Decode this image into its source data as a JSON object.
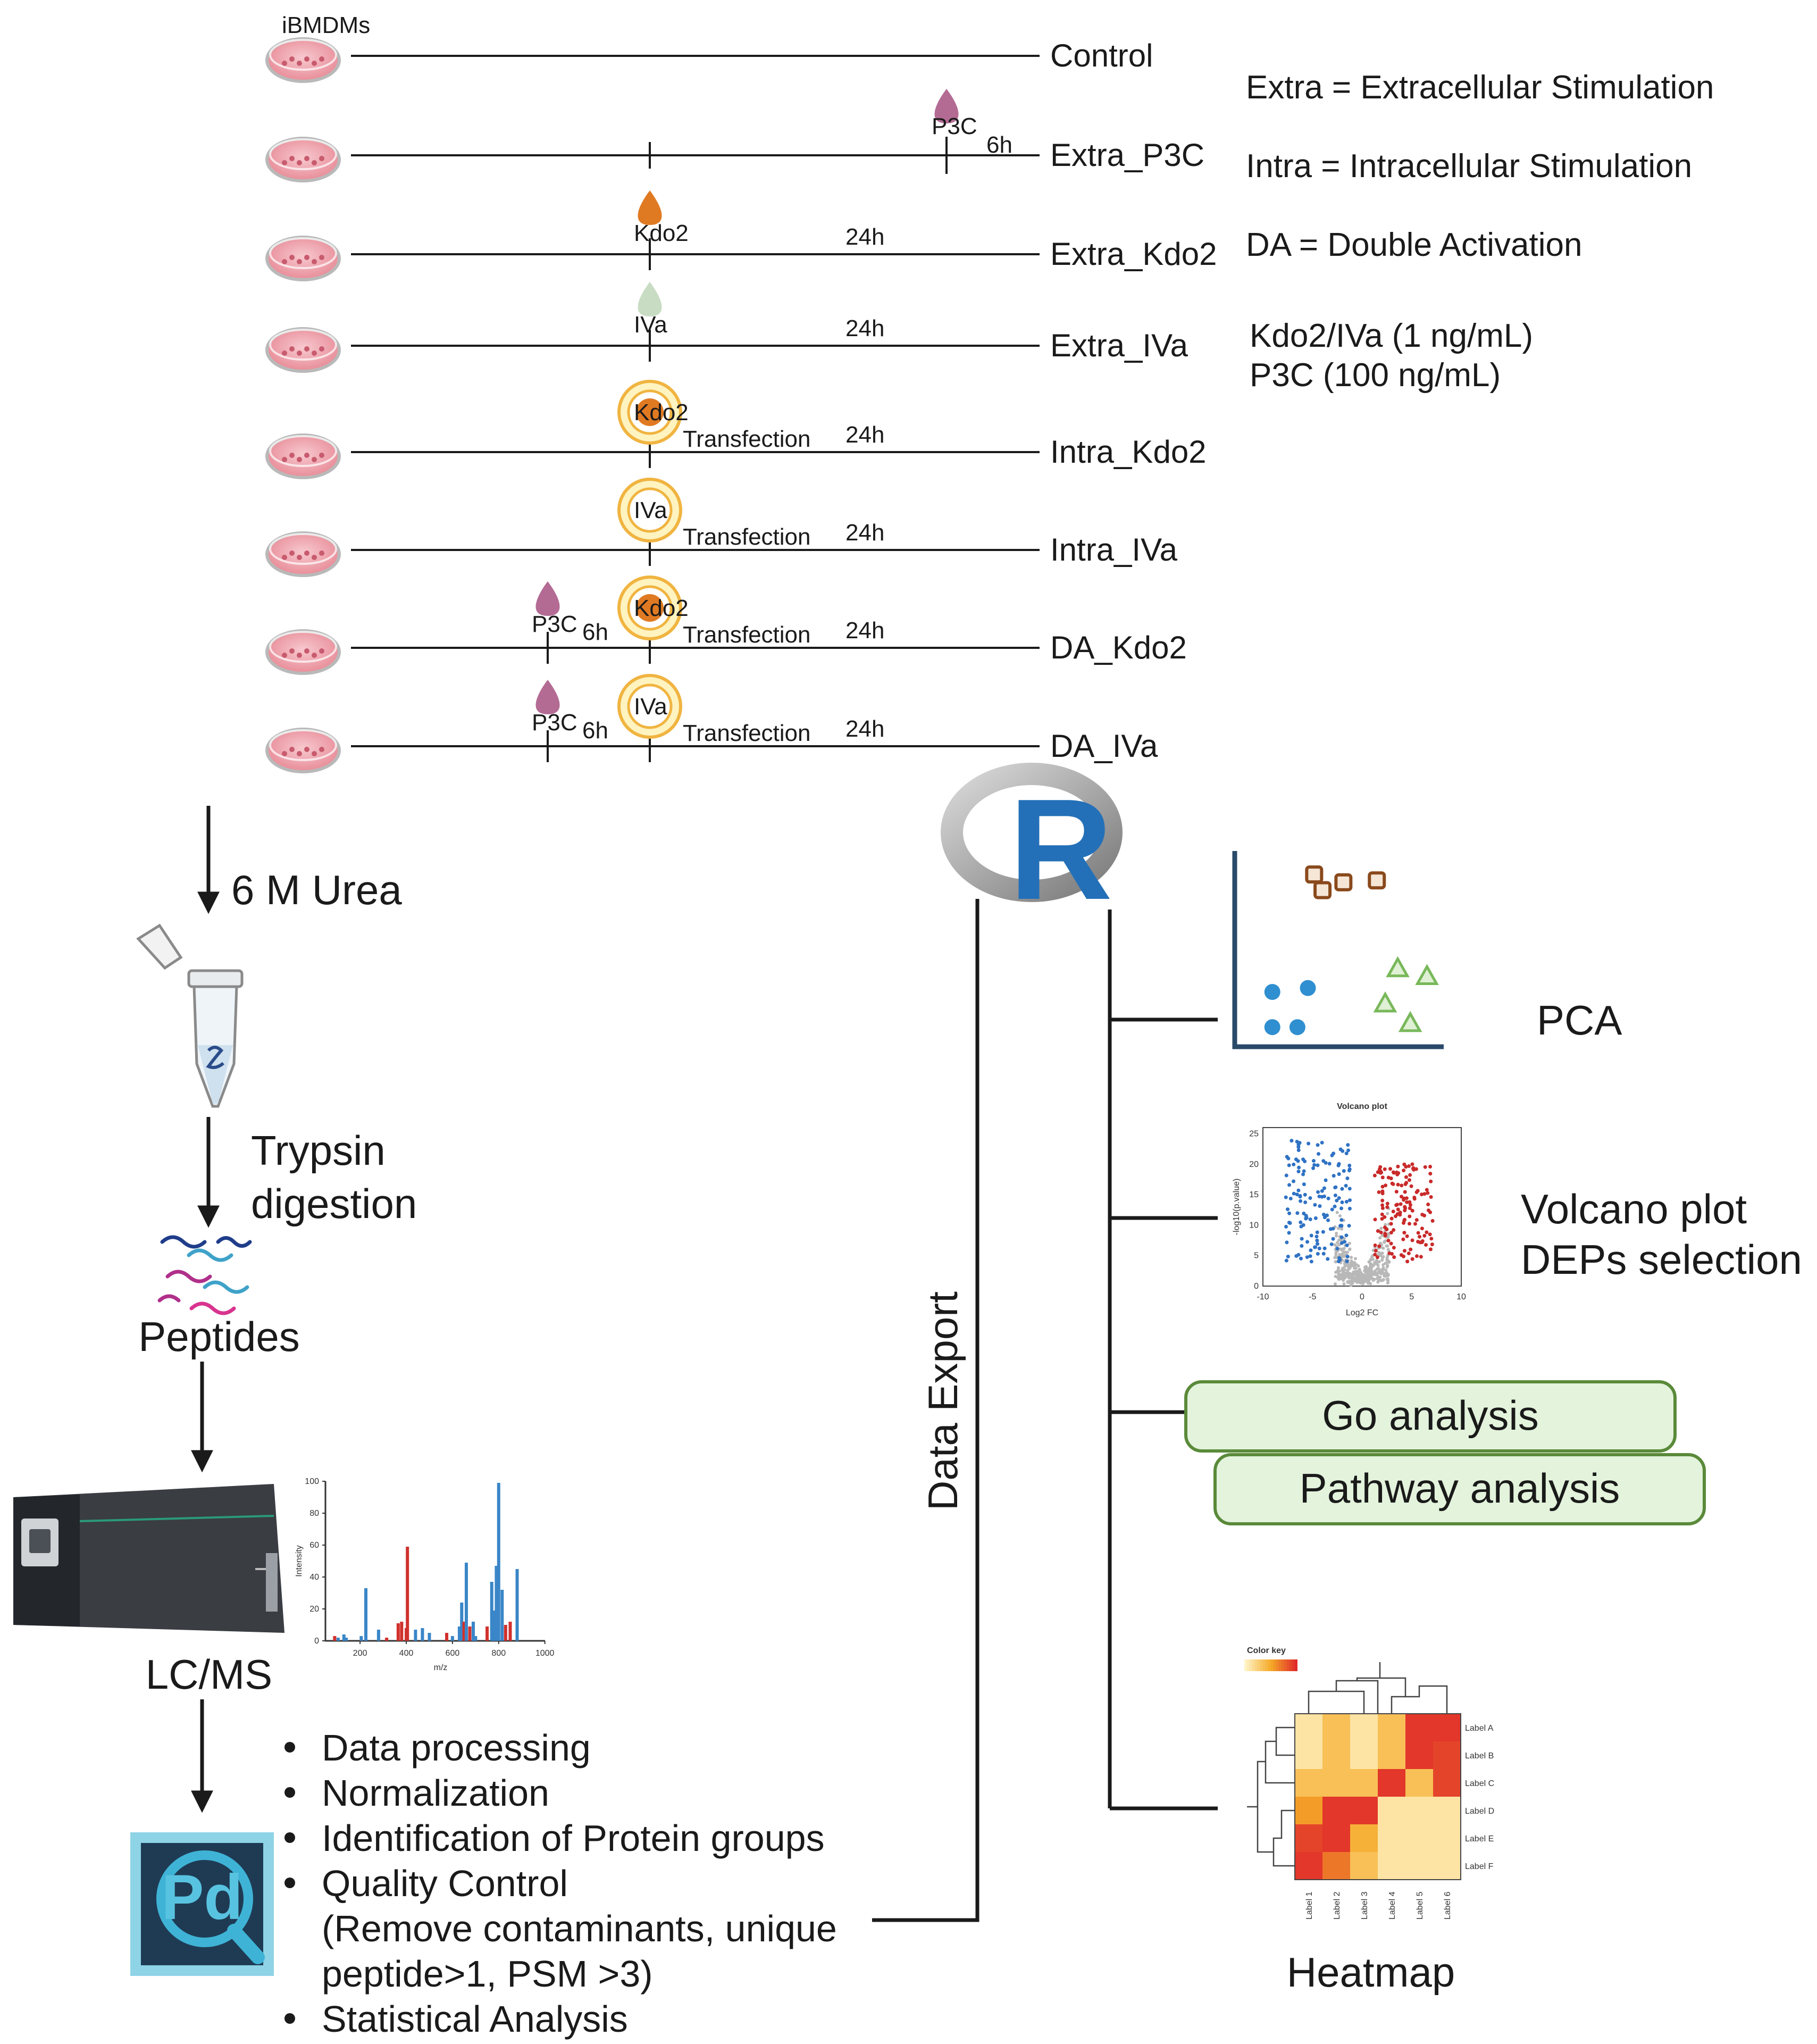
{
  "cell_label": "iBMDMs",
  "conditions": [
    {
      "name": "Control",
      "extra": "",
      "intra": "",
      "pre": "",
      "t1": "",
      "t2": ""
    },
    {
      "name": "Extra_P3C",
      "extra": "P3C",
      "intra": "",
      "pre": "",
      "t1": "6h",
      "t2": ""
    },
    {
      "name": "Extra_Kdo2",
      "extra": "Kdo2",
      "intra": "",
      "pre": "",
      "t1": "",
      "t2": "24h"
    },
    {
      "name": "Extra_IVa",
      "extra": "IVa",
      "intra": "",
      "pre": "",
      "t1": "",
      "t2": "24h"
    },
    {
      "name": "Intra_Kdo2",
      "extra": "",
      "intra": "Kdo2",
      "pre": "",
      "t1": "",
      "t2": "24h"
    },
    {
      "name": "Intra_IVa",
      "extra": "",
      "intra": "IVa",
      "pre": "",
      "t1": "",
      "t2": "24h"
    },
    {
      "name": "DA_Kdo2",
      "extra": "",
      "intra": "Kdo2",
      "pre": "P3C",
      "t1": "6h",
      "t2": "24h"
    },
    {
      "name": "DA_IVa",
      "extra": "",
      "intra": "IVa",
      "pre": "P3C",
      "t1": "6h",
      "t2": "24h"
    }
  ],
  "transfection_label": "Transfection",
  "legend": [
    "Extra = Extracellular Stimulation",
    "Intra = Intracellular Stimulation",
    "DA = Double Activation",
    "Kdo2/IVa (1 ng/mL)",
    "P3C (100 ng/mL)"
  ],
  "workflow": {
    "urea": "6 M Urea",
    "trypsin_line1": "Trypsin",
    "trypsin_line2": "digestion",
    "peptides": "Peptides",
    "lcms": "LC/MS",
    "pd_icon_text": "Pd"
  },
  "processing_steps": [
    "Data processing",
    "Normalization",
    "Identification of Protein groups",
    "Quality Control",
    "(Remove contaminants, unique",
    "peptide>1, PSM >3)",
    "Statistical Analysis"
  ],
  "data_export": "Data Export",
  "r_logo_text": "R",
  "analyses": {
    "pca": "PCA",
    "volcano_line1": "Volcano plot",
    "volcano_line2": "DEPs selection",
    "go": "Go analysis",
    "pathway": "Pathway analysis",
    "heatmap": "Heatmap"
  },
  "spectrum_chart": {
    "type": "bar",
    "ylabel": "Intensity",
    "xlabel": "m/z",
    "xticks": [
      "200",
      "400",
      "600",
      "800",
      "1000"
    ],
    "yticks": [
      "0",
      "20",
      "40",
      "60",
      "80",
      "100"
    ],
    "xlim": [
      50,
      1000
    ],
    "ylim": [
      0,
      100
    ],
    "peaks": [
      {
        "mz": 90,
        "i": 3,
        "c": "red"
      },
      {
        "mz": 105,
        "i": 2,
        "c": "blue"
      },
      {
        "mz": 130,
        "i": 4,
        "c": "blue"
      },
      {
        "mz": 140,
        "i": 2,
        "c": "blue"
      },
      {
        "mz": 205,
        "i": 3,
        "c": "blue"
      },
      {
        "mz": 225,
        "i": 33,
        "c": "blue"
      },
      {
        "mz": 280,
        "i": 7,
        "c": "blue"
      },
      {
        "mz": 315,
        "i": 2,
        "c": "red"
      },
      {
        "mz": 365,
        "i": 11,
        "c": "red"
      },
      {
        "mz": 380,
        "i": 12,
        "c": "red"
      },
      {
        "mz": 400,
        "i": 8,
        "c": "red"
      },
      {
        "mz": 405,
        "i": 59,
        "c": "red"
      },
      {
        "mz": 440,
        "i": 7,
        "c": "blue"
      },
      {
        "mz": 470,
        "i": 8,
        "c": "blue"
      },
      {
        "mz": 500,
        "i": 5,
        "c": "blue"
      },
      {
        "mz": 575,
        "i": 5,
        "c": "red"
      },
      {
        "mz": 600,
        "i": 3,
        "c": "blue"
      },
      {
        "mz": 630,
        "i": 9,
        "c": "blue"
      },
      {
        "mz": 640,
        "i": 24,
        "c": "blue"
      },
      {
        "mz": 650,
        "i": 12,
        "c": "red"
      },
      {
        "mz": 660,
        "i": 49,
        "c": "blue"
      },
      {
        "mz": 675,
        "i": 9,
        "c": "red"
      },
      {
        "mz": 690,
        "i": 12,
        "c": "blue"
      },
      {
        "mz": 700,
        "i": 3,
        "c": "blue"
      },
      {
        "mz": 750,
        "i": 9,
        "c": "red"
      },
      {
        "mz": 770,
        "i": 37,
        "c": "blue"
      },
      {
        "mz": 780,
        "i": 19,
        "c": "blue"
      },
      {
        "mz": 790,
        "i": 47,
        "c": "blue"
      },
      {
        "mz": 800,
        "i": 99,
        "c": "blue"
      },
      {
        "mz": 815,
        "i": 32,
        "c": "blue"
      },
      {
        "mz": 830,
        "i": 10,
        "c": "red"
      },
      {
        "mz": 850,
        "i": 12,
        "c": "red"
      },
      {
        "mz": 880,
        "i": 45,
        "c": "blue"
      }
    ]
  },
  "pca_chart": {
    "type": "scatter",
    "groups": [
      {
        "shape": "square",
        "color": "#8a4a1c",
        "points": [
          [
            0.38,
            0.88
          ],
          [
            0.42,
            0.8
          ],
          [
            0.52,
            0.84
          ],
          [
            0.68,
            0.85
          ]
        ]
      },
      {
        "shape": "circle",
        "color": "#2f8fd0",
        "points": [
          [
            0.18,
            0.28
          ],
          [
            0.18,
            0.1
          ],
          [
            0.3,
            0.1
          ],
          [
            0.35,
            0.3
          ]
        ]
      },
      {
        "shape": "triangle",
        "color": "#78b85a",
        "points": [
          [
            0.78,
            0.4
          ],
          [
            0.92,
            0.36
          ],
          [
            0.72,
            0.22
          ],
          [
            0.84,
            0.12
          ]
        ]
      }
    ]
  },
  "volcano_chart": {
    "type": "scatter",
    "title": "Volcano plot",
    "xlabel": "Log2 FC",
    "ylabel": "-log10(p.value)",
    "xticks": [
      "-10",
      "-5",
      "0",
      "5",
      "10"
    ],
    "yticks": [
      "0",
      "5",
      "10",
      "15",
      "20",
      "25"
    ],
    "xlim": [
      -10,
      10
    ],
    "ylim": [
      0,
      26
    ]
  },
  "heatmap_chart": {
    "type": "heatmap",
    "color_key_label": "Color key",
    "row_labels": [
      "Label A",
      "Label B",
      "Label C",
      "Label D",
      "Label E",
      "Label F"
    ],
    "col_labels": [
      "Label 1",
      "Label 2",
      "Label 3",
      "Label 4",
      "Label 5",
      "Label 6"
    ],
    "cells": [
      [
        0.1,
        0.35,
        0.1,
        0.35,
        0.95,
        0.95
      ],
      [
        0.1,
        0.35,
        0.1,
        0.35,
        0.95,
        0.9
      ],
      [
        0.35,
        0.35,
        0.35,
        0.95,
        0.35,
        0.9
      ],
      [
        0.55,
        0.95,
        0.95,
        0.1,
        0.1,
        0.1
      ],
      [
        0.9,
        0.95,
        0.45,
        0.1,
        0.1,
        0.1
      ],
      [
        0.95,
        0.7,
        0.35,
        0.1,
        0.1,
        0.1
      ]
    ],
    "colors": {
      "low": "#fff3c4",
      "high": "#e02a2a"
    }
  }
}
